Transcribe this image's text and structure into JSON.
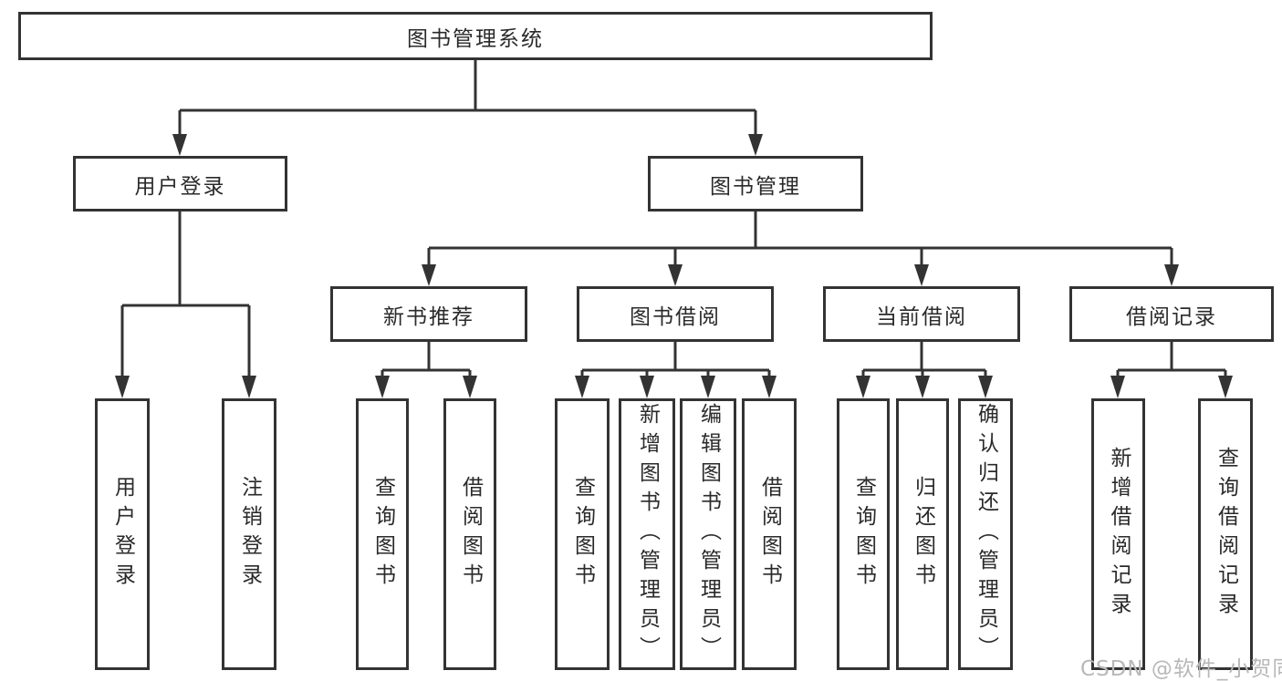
{
  "diagram": {
    "line_color": "#333333",
    "border_color": "#333333",
    "text_color": "#2a2a2a",
    "background_color": "#ffffff",
    "root": {
      "label": "图书管理系统"
    },
    "branches": [
      {
        "label": "用户登录",
        "children": [
          {
            "label": "用户登录"
          },
          {
            "label": "注销登录"
          }
        ]
      },
      {
        "label": "图书管理",
        "children": [
          {
            "label": "新书推荐",
            "children": [
              {
                "label": "查询图书"
              },
              {
                "label": "借阅图书"
              }
            ]
          },
          {
            "label": "图书借阅",
            "children": [
              {
                "label": "查询图书"
              },
              {
                "label": "新增图书（管理员）"
              },
              {
                "label": "编辑图书（管理员）"
              },
              {
                "label": "借阅图书"
              }
            ]
          },
          {
            "label": "当前借阅",
            "children": [
              {
                "label": "查询图书"
              },
              {
                "label": "归还图书"
              },
              {
                "label": "确认归还（管理员）"
              }
            ]
          },
          {
            "label": "借阅记录",
            "children": [
              {
                "label": "新增借阅记录"
              },
              {
                "label": "查询借阅记录"
              }
            ]
          }
        ]
      }
    ]
  },
  "watermark": {
    "text": "CSDN @软件_小贺同学",
    "color": "#b8b8b8"
  }
}
